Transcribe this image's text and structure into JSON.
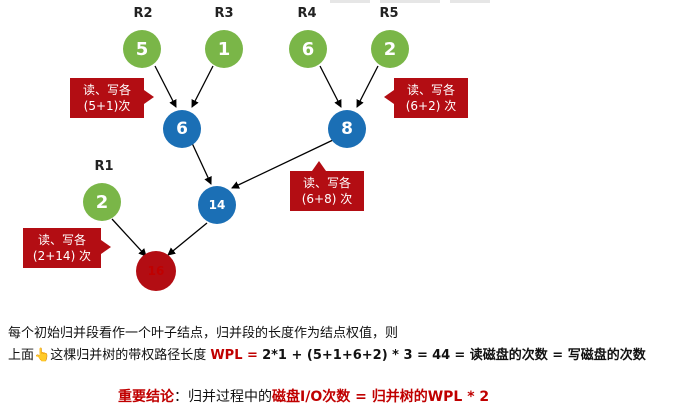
{
  "runs": {
    "r2": "R2",
    "r3": "R3",
    "r4": "R4",
    "r5": "R5",
    "r1": "R1"
  },
  "nodes": {
    "r2_value": "5",
    "r3_value": "1",
    "r4_value": "6",
    "r5_value": "2",
    "merge_a": "6",
    "merge_b": "8",
    "merge_c": "14",
    "r1_value": "2",
    "root": "16"
  },
  "callouts": {
    "left_top": {
      "line1": "读、写各",
      "line2": "(5+1)次"
    },
    "right_top": {
      "line1": "读、写各",
      "line2": "(6+2) 次"
    },
    "mid": {
      "line1": "读、写各",
      "line2": "(6+8) 次"
    },
    "bottom_left": {
      "line1": "读、写各",
      "line2": "(2+14) 次"
    }
  },
  "text": {
    "line1": "每个初始归并段看作一个叶子结点，归并段的长度作为结点权值，则",
    "line2_prefix": "上面",
    "hand_icon": "👆",
    "line2_middle": "这棵归并树的带权路径长度 ",
    "wpl_label": "WPL =",
    "wpl_expression": "2*1 + (5+1+6+2) * 3 =",
    "wpl_value": "44",
    "line2_suffix": "= 读磁盘的次数 = 写磁盘的次数"
  },
  "conclusion": {
    "title": "重要结论",
    "colon": "：",
    "prefix": "归并过程中的",
    "io_term": "磁盘I/O次数",
    "equals": " = ",
    "wpl_term": "归并树的WPL * 2"
  },
  "colors": {
    "leaf": "#7ab648",
    "internal": "#1b6fb5",
    "root": "#b30d13",
    "callout": "#b30d13",
    "emphasis": "#c00000"
  }
}
